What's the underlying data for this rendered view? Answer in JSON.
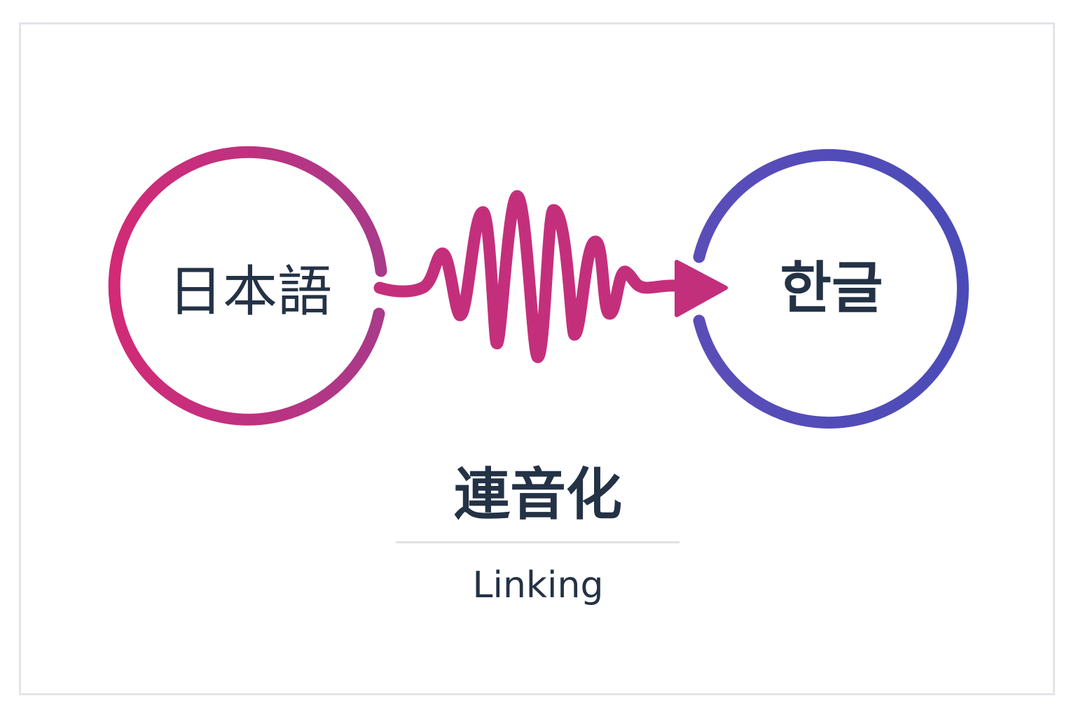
{
  "diagram": {
    "source": {
      "label": "日本語",
      "color": "#c8307a"
    },
    "target": {
      "label": "한글",
      "color": "#4f4cb8"
    },
    "connector": {
      "type": "wave-arrow",
      "icon": "sound-wave-arrow-icon",
      "color": "#c42f7c"
    },
    "title": "連音化",
    "subtitle": "Linking"
  },
  "colors": {
    "text": "#243246",
    "frame": "#e3e4ea",
    "divider": "#e0e1e6",
    "gradient_start": "#cf2a78",
    "gradient_end": "#9e3a8a"
  }
}
